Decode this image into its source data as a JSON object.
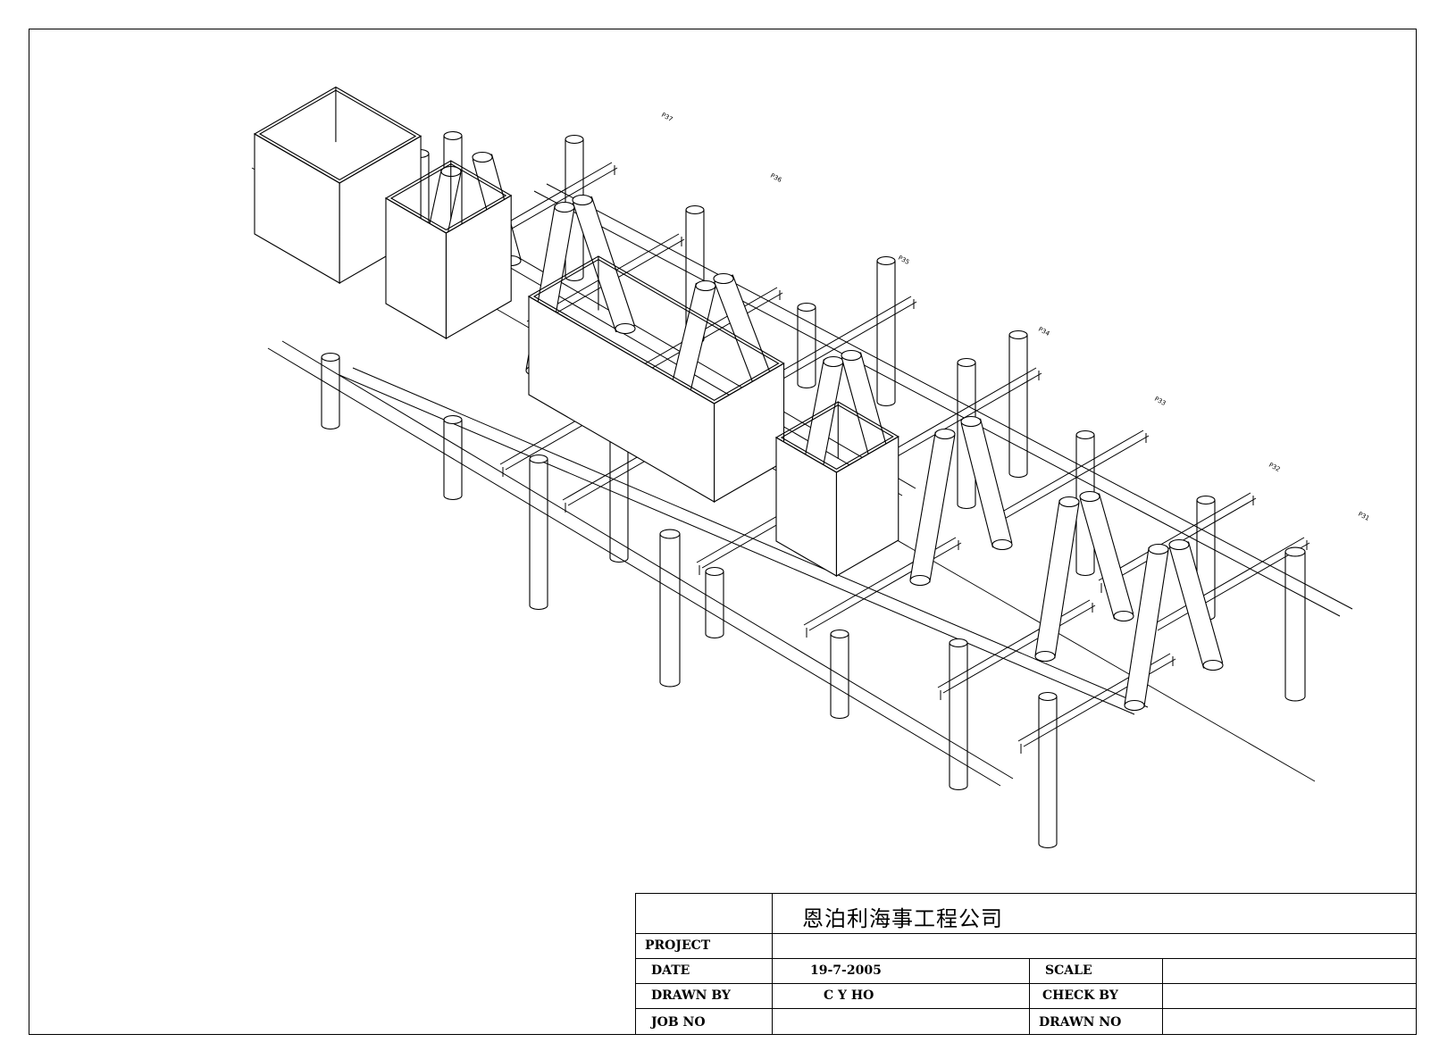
{
  "drawing": {
    "pile_tags": [
      "P37",
      "P36",
      "P35",
      "P34",
      "P33",
      "P32",
      "P31"
    ]
  },
  "title_block": {
    "company": "恩泊利海事工程公司",
    "project_label": "PROJECT",
    "project_value": "",
    "date_label": "DATE",
    "date_value": "19-7-2005",
    "scale_label": "SCALE",
    "scale_value": "",
    "drawn_by_label": "DRAWN BY",
    "drawn_by_value": "C Y HO",
    "check_by_label": "CHECK BY",
    "check_by_value": "",
    "job_no_label": "JOB NO",
    "job_no_value": "",
    "drawn_no_label": "DRAWN NO",
    "drawn_no_value": ""
  }
}
